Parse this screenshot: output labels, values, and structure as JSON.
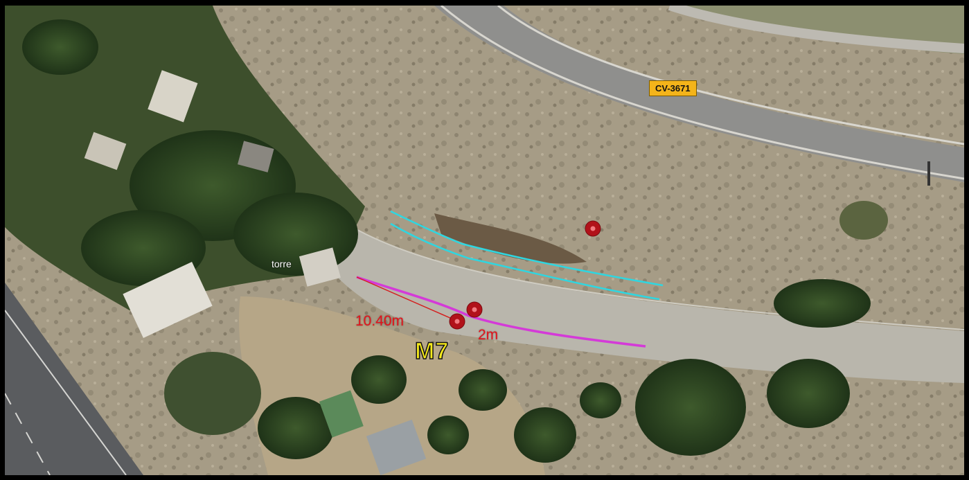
{
  "road_label": "CV-3671",
  "tower_label": "torre",
  "distance_long": "10.40m",
  "distance_short": "2m",
  "marker_label": "M7",
  "colors": {
    "cyan_line": "#2fd6e0",
    "magenta_line": "#d43ad8",
    "red_line": "#d42020",
    "marker": "#b1121a",
    "marker_label": "#f6ea1b",
    "road_label_bg": "#f4b41a"
  },
  "icons": [
    "point-marker-icon"
  ]
}
